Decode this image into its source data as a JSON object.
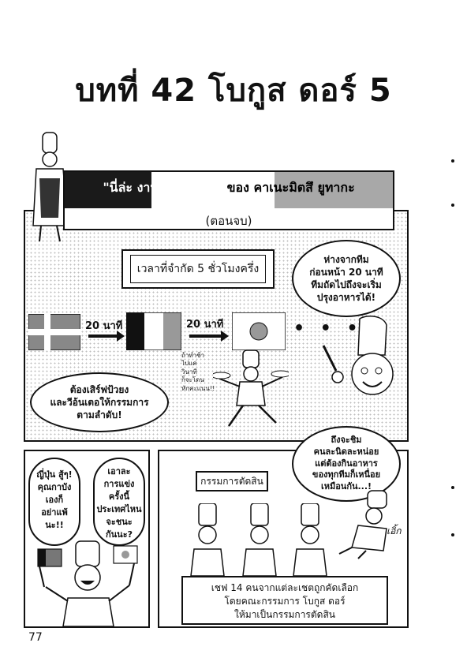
{
  "chapter": {
    "title": "บทที่ 42 โบกูส ดอร์ 5"
  },
  "banner": {
    "part_a": "\"นี่ล่ะ งานโบกูส ดอร์\"",
    "part_b": " ของ ",
    "part_c": "คาเนะมิตสึ ยูทากะ",
    "subtitle": "(ตอนจบ)"
  },
  "time_limit": "เวลาที่จำกัด 5 ชั่วโมงครึ่ง",
  "bubble_next_team": [
    "ห่างจากทีม",
    "ก่อนหน้า 20 นาที",
    "ทีมถัดไปถึงจะเริ่ม",
    "ปรุงอาหารได้!"
  ],
  "arrow1_label": "20 นาที",
  "arrow2_label": "20 นาที",
  "ellipsis": "• • •",
  "bubble_serve": [
    "ต้องเสิร์ฟป้วยง",
    "และวีอ้นเตอให้กรรมการ",
    "ตามลำดับ!"
  ],
  "waiter_note": [
    "ถ้าทำช้า",
    "ไปแค่",
    "วินาที",
    "ก็จะโดน",
    "หักคะแนน!!"
  ],
  "bubble_japan": [
    "ญี่ปุ่น สู้ๆ!",
    "คุณกาบัง",
    "เองก็",
    "อย่าแพ้",
    "นะ!!"
  ],
  "bubble_competition": [
    "เอาละ",
    "การแข่ง",
    "ครั้งนี้",
    "ประเทศไหน",
    "จะชนะ",
    "กันนะ?"
  ],
  "bubble_judge": [
    "ถึงจะชิม",
    "คนละนิดละหน่อย",
    "แต่ต้องกินอาหาร",
    "ของทุกทีมก็เหนื่อย",
    "เหมือนกัน...!"
  ],
  "judges_label": "กรรมการตัดสิน",
  "caption": [
    "เชฟ 14 คนจากแต่ละเชตถูกคัดเลือก",
    "โดยคณะกรรมการ โบกูส ดอร์",
    "ให้มาเป็นกรรมการตัดสิน"
  ],
  "sfx_burp": "เอิ้ก",
  "page_number": "77"
}
